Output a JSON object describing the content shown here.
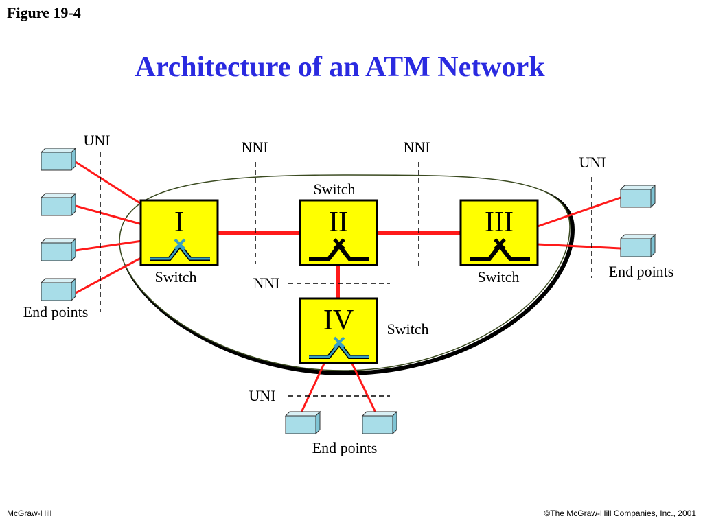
{
  "figure_label": "Figure 19-4",
  "title": "Architecture of an ATM Network",
  "footer": {
    "left": "McGraw-Hill",
    "right": "©The McGraw-Hill Companies, Inc., 2001"
  },
  "colors": {
    "title": "#2a2ae0",
    "switch_fill": "#ffff00",
    "link": "#ff1a1a",
    "endpoint_fill": "#a8dde8",
    "crossbar_teal": "#3aa0c0"
  },
  "switches": {
    "s1": {
      "numeral": "I",
      "caption": "Switch"
    },
    "s2": {
      "numeral": "II",
      "caption": "Switch"
    },
    "s3": {
      "numeral": "III",
      "caption": "Switch"
    },
    "s4": {
      "numeral": "IV",
      "caption": "Switch"
    }
  },
  "interfaces": {
    "uni_left": "UNI",
    "nni_left": "NNI",
    "nni_right": "NNI",
    "uni_right": "UNI",
    "nni_middle": "NNI",
    "uni_bottom": "UNI"
  },
  "endpoint_labels": {
    "left": "End points",
    "right": "End points",
    "bottom": "End points"
  }
}
